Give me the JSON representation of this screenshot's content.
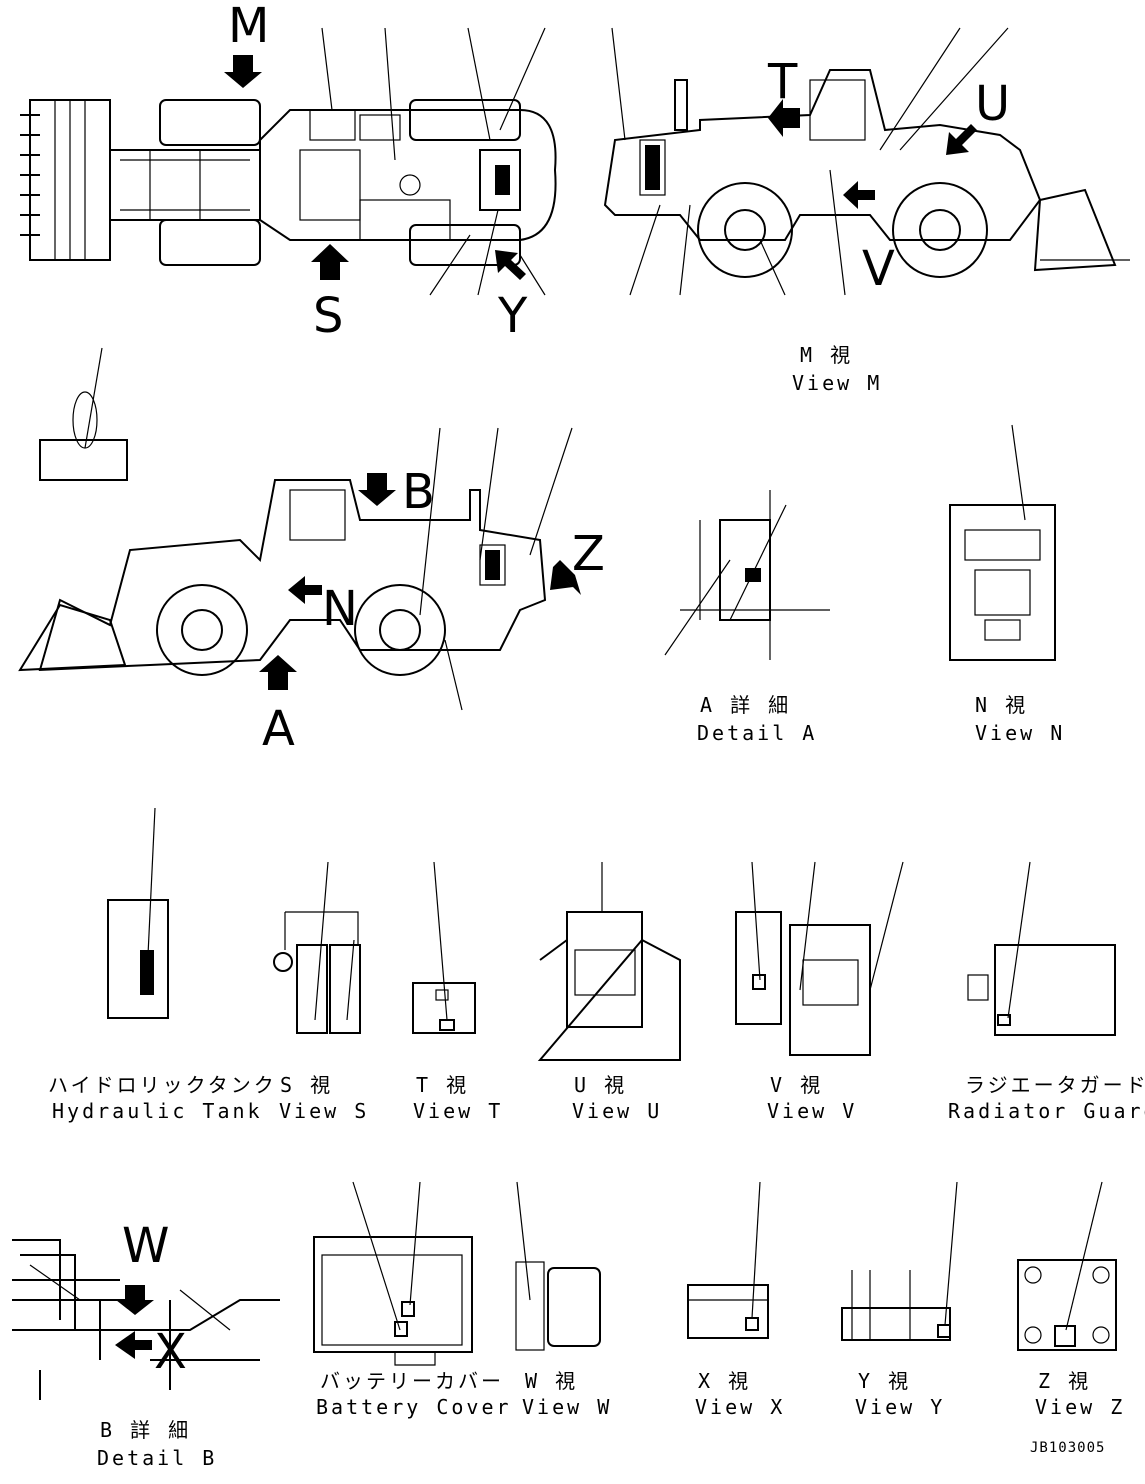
{
  "view_letters": {
    "M": "M",
    "S": "S",
    "Y": "Y",
    "T": "T",
    "U": "U",
    "V": "V",
    "B": "B",
    "N": "N",
    "Z": "Z",
    "A": "A",
    "W": "W",
    "X": "X"
  },
  "captions": {
    "view_m": {
      "jp": "M 視",
      "en": "View M"
    },
    "detail_a": {
      "jp": "A 詳 細",
      "en": "Detail A"
    },
    "view_n": {
      "jp": "N 視",
      "en": "View N"
    },
    "hydraulic_tank": {
      "jp": "ハイドロリックタンク",
      "en": "Hydraulic Tank"
    },
    "view_s": {
      "jp": "S 視",
      "en": "View S"
    },
    "view_t": {
      "jp": "T 視",
      "en": "View T"
    },
    "view_u": {
      "jp": "U 視",
      "en": "View U"
    },
    "view_v": {
      "jp": "V 視",
      "en": "View V"
    },
    "radiator_guard": {
      "jp": "ラジエータガード",
      "en": "Radiator Guard"
    },
    "detail_b": {
      "jp": "B 詳 細",
      "en": "Detail B"
    },
    "battery_cover": {
      "jp": "バッテリーカバー",
      "en": "Battery Cover"
    },
    "view_w": {
      "jp": "W 視",
      "en": "View W"
    },
    "view_x": {
      "jp": "X 視",
      "en": "View X"
    },
    "view_y": {
      "jp": "Y 視",
      "en": "View Y"
    },
    "view_z": {
      "jp": "Z 視",
      "en": "View Z"
    }
  },
  "document_id": "JB103005"
}
